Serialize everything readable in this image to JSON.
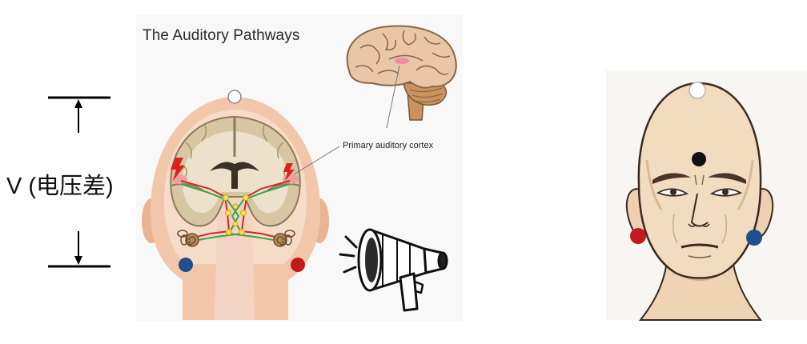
{
  "title": "The Auditory Pathways",
  "cortex_label": "Primary auditory cortex",
  "voltage_label": "V (电压差)",
  "colors": {
    "electrode_white": "#ffffff",
    "electrode_black": "#111111",
    "electrode_red": "#c41a1d",
    "electrode_blue": "#214f8e",
    "pathway_red": "#d7262a",
    "pathway_green": "#3aa34a",
    "skin": "#f1c6a9",
    "brain": "#d6c6a2"
  },
  "icons": [
    "voltage-arrows",
    "head-cross-section",
    "brain-side-view",
    "megaphone-icon",
    "face-illustration"
  ]
}
